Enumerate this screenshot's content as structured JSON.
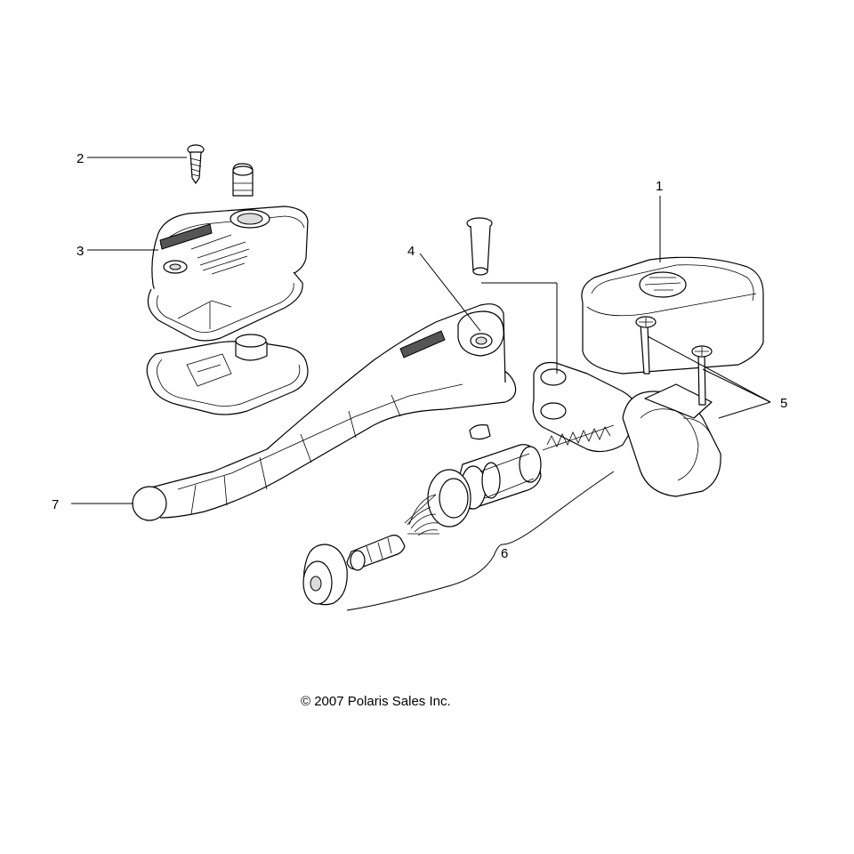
{
  "callouts": [
    {
      "label": "1"
    },
    {
      "label": "2"
    },
    {
      "label": "3"
    },
    {
      "label": "4"
    },
    {
      "label": "5"
    },
    {
      "label": "6"
    },
    {
      "label": "7"
    }
  ],
  "copyright": "© 2007 Polaris Sales Inc."
}
